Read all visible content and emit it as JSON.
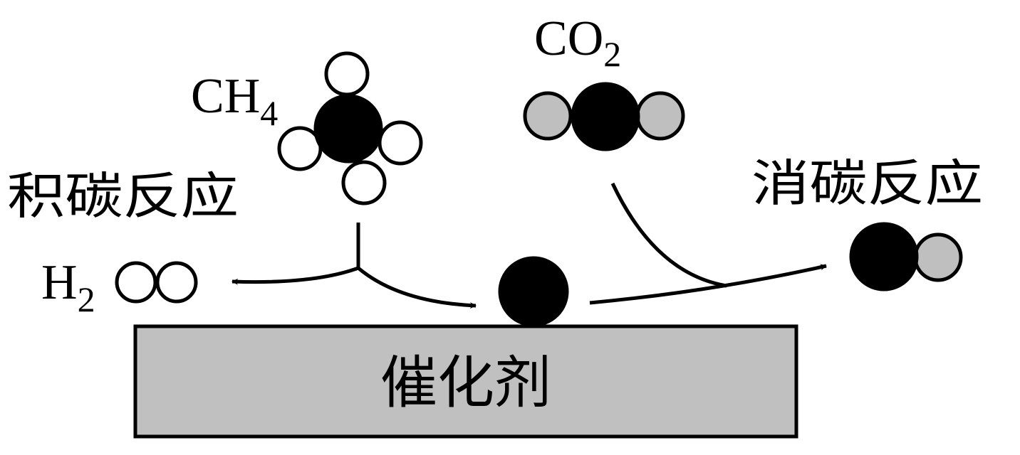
{
  "labels": {
    "methane": {
      "main": "CH",
      "sub": "4"
    },
    "carbon_dioxide": {
      "main": "CO",
      "sub": "2"
    },
    "hydrogen": {
      "main": "H",
      "sub": "2"
    },
    "carbon_deposition": "积碳反应",
    "carbon_elimination": "消碳反应",
    "catalyst": "催化剂"
  },
  "colors": {
    "carbon": "#000000",
    "hydrogen": "#ffffff",
    "oxygen": "#bfbfbf",
    "catalyst": "#c0c0c0",
    "stroke": "#000000"
  }
}
